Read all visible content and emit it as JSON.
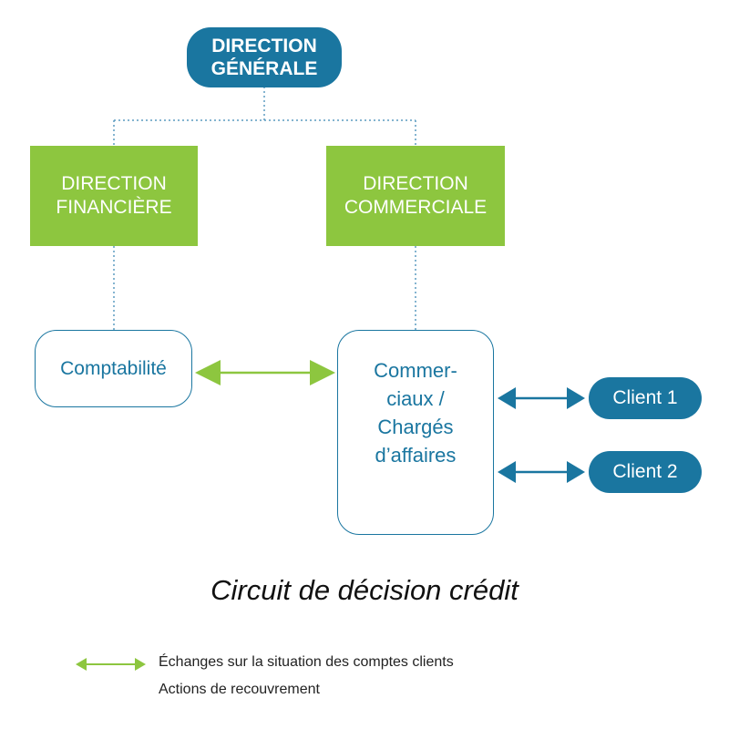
{
  "nodes": {
    "direction_generale": {
      "line1": "DIRECTION",
      "line2": "GÉNÉRALE"
    },
    "direction_financiere": {
      "line1": "DIRECTION",
      "line2": "FINANCIÈRE"
    },
    "direction_commerciale": {
      "line1": "DIRECTION",
      "line2": "COMMERCIALE"
    },
    "comptabilite": {
      "label": "Comptabilité"
    },
    "commerciaux": {
      "line1": "Commer-",
      "line2": "ciaux /",
      "line3": "Chargés",
      "line4": "d’affaires"
    },
    "client1": {
      "label": "Client 1"
    },
    "client2": {
      "label": "Client 2"
    }
  },
  "caption": "Circuit de décision crédit",
  "legend": {
    "items": [
      {
        "label": "Échanges sur la situation des comptes clients",
        "color": "#8dc63f"
      },
      {
        "label": "Actions de recouvrement",
        "color": "#1a76a0"
      }
    ]
  },
  "colors": {
    "blue": "#1a76a0",
    "green": "#8dc63f",
    "dotted_line": "#5b9bc0"
  }
}
